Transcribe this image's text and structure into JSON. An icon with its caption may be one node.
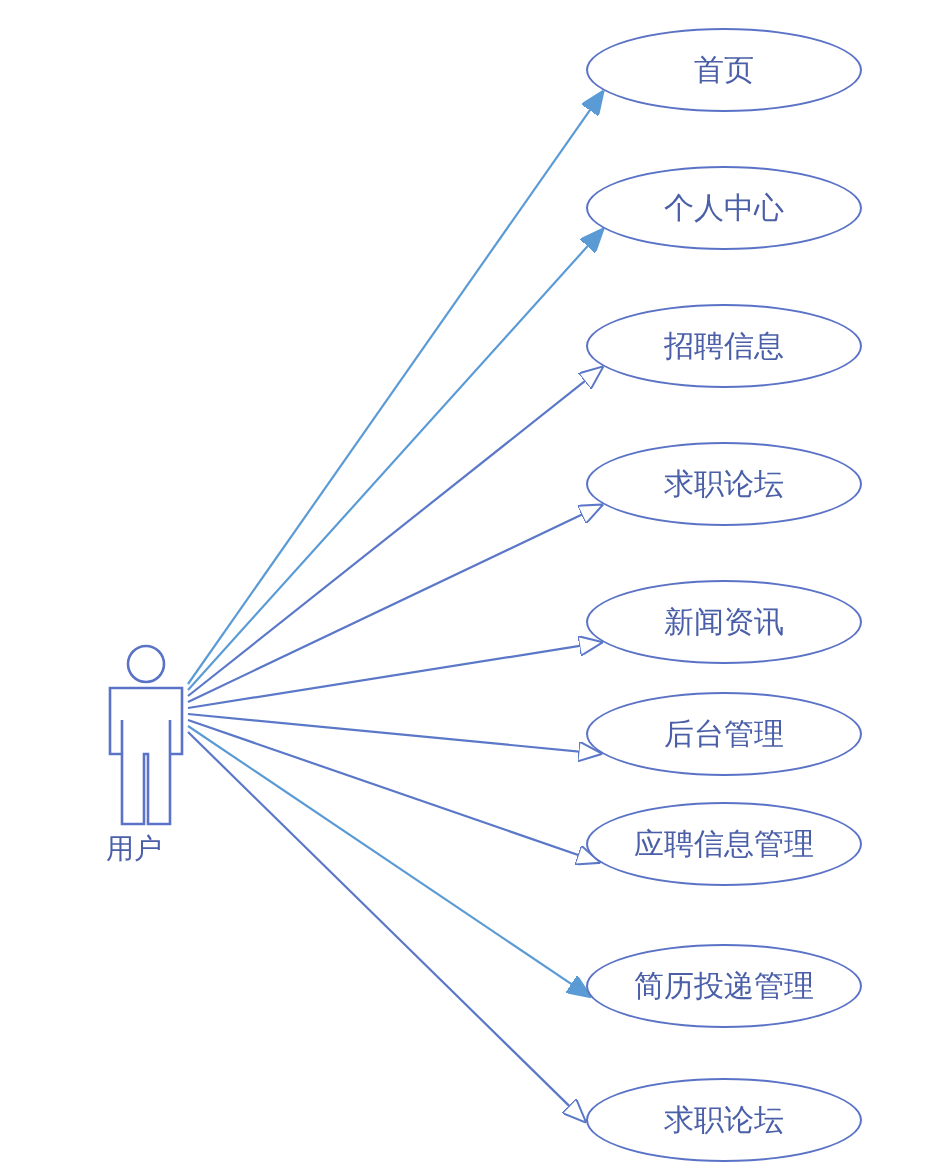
{
  "diagram": {
    "nodes": [
      {
        "text": [
          "用户"
        ]
      },
      {
        "text": [
          "首页"
        ]
      },
      {
        "text": [
          "个人中心"
        ]
      },
      {
        "text": [
          "招聘信息"
        ]
      },
      {
        "text": [
          "求职论坛"
        ]
      },
      {
        "text": [
          "新闻资讯"
        ]
      },
      {
        "text": [
          "后台管理"
        ]
      },
      {
        "text": [
          "应聘信息管理"
        ]
      },
      {
        "text": [
          "简历投递管理"
        ]
      },
      {
        "text": [
          "求职论坛"
        ]
      }
    ],
    "edges": [
      {
        "from": 0,
        "to": 1,
        "arrow": "to",
        "color": "#5b9bd5"
      },
      {
        "from": 0,
        "to": 2,
        "arrow": "to",
        "color": "#5b9bd5"
      },
      {
        "from": 0,
        "to": 3,
        "arrow": "to"
      },
      {
        "from": 0,
        "to": 4,
        "arrow": "to"
      },
      {
        "from": 0,
        "to": 5,
        "arrow": "to"
      },
      {
        "from": 0,
        "to": 6,
        "arrow": "to"
      },
      {
        "from": 0,
        "to": 7,
        "arrow": "to"
      },
      {
        "from": 0,
        "to": 8,
        "arrow": "to",
        "color": "#5b9bd5"
      },
      {
        "from": 0,
        "to": 9,
        "arrow": "to"
      }
    ]
  }
}
